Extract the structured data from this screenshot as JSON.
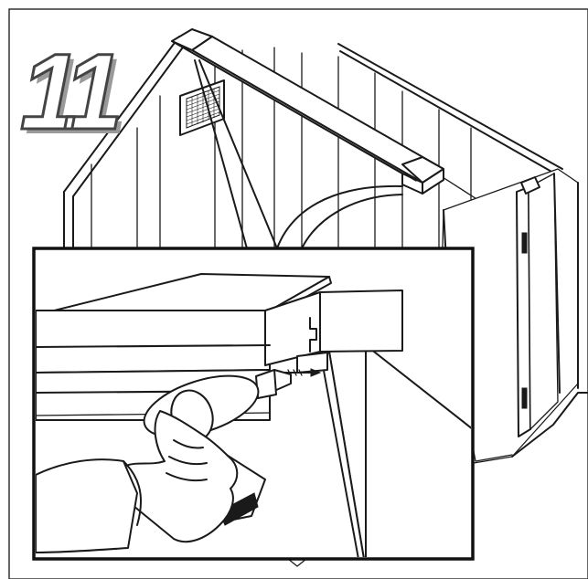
{
  "step": {
    "number": "11"
  },
  "illustration": {
    "scene": "shed-assembly",
    "detail_view": "drill-fastening-ridge-cap"
  },
  "colors": {
    "line": "#1a1a1a",
    "background": "#ffffff",
    "step_shadow": "#9a9a9a"
  }
}
